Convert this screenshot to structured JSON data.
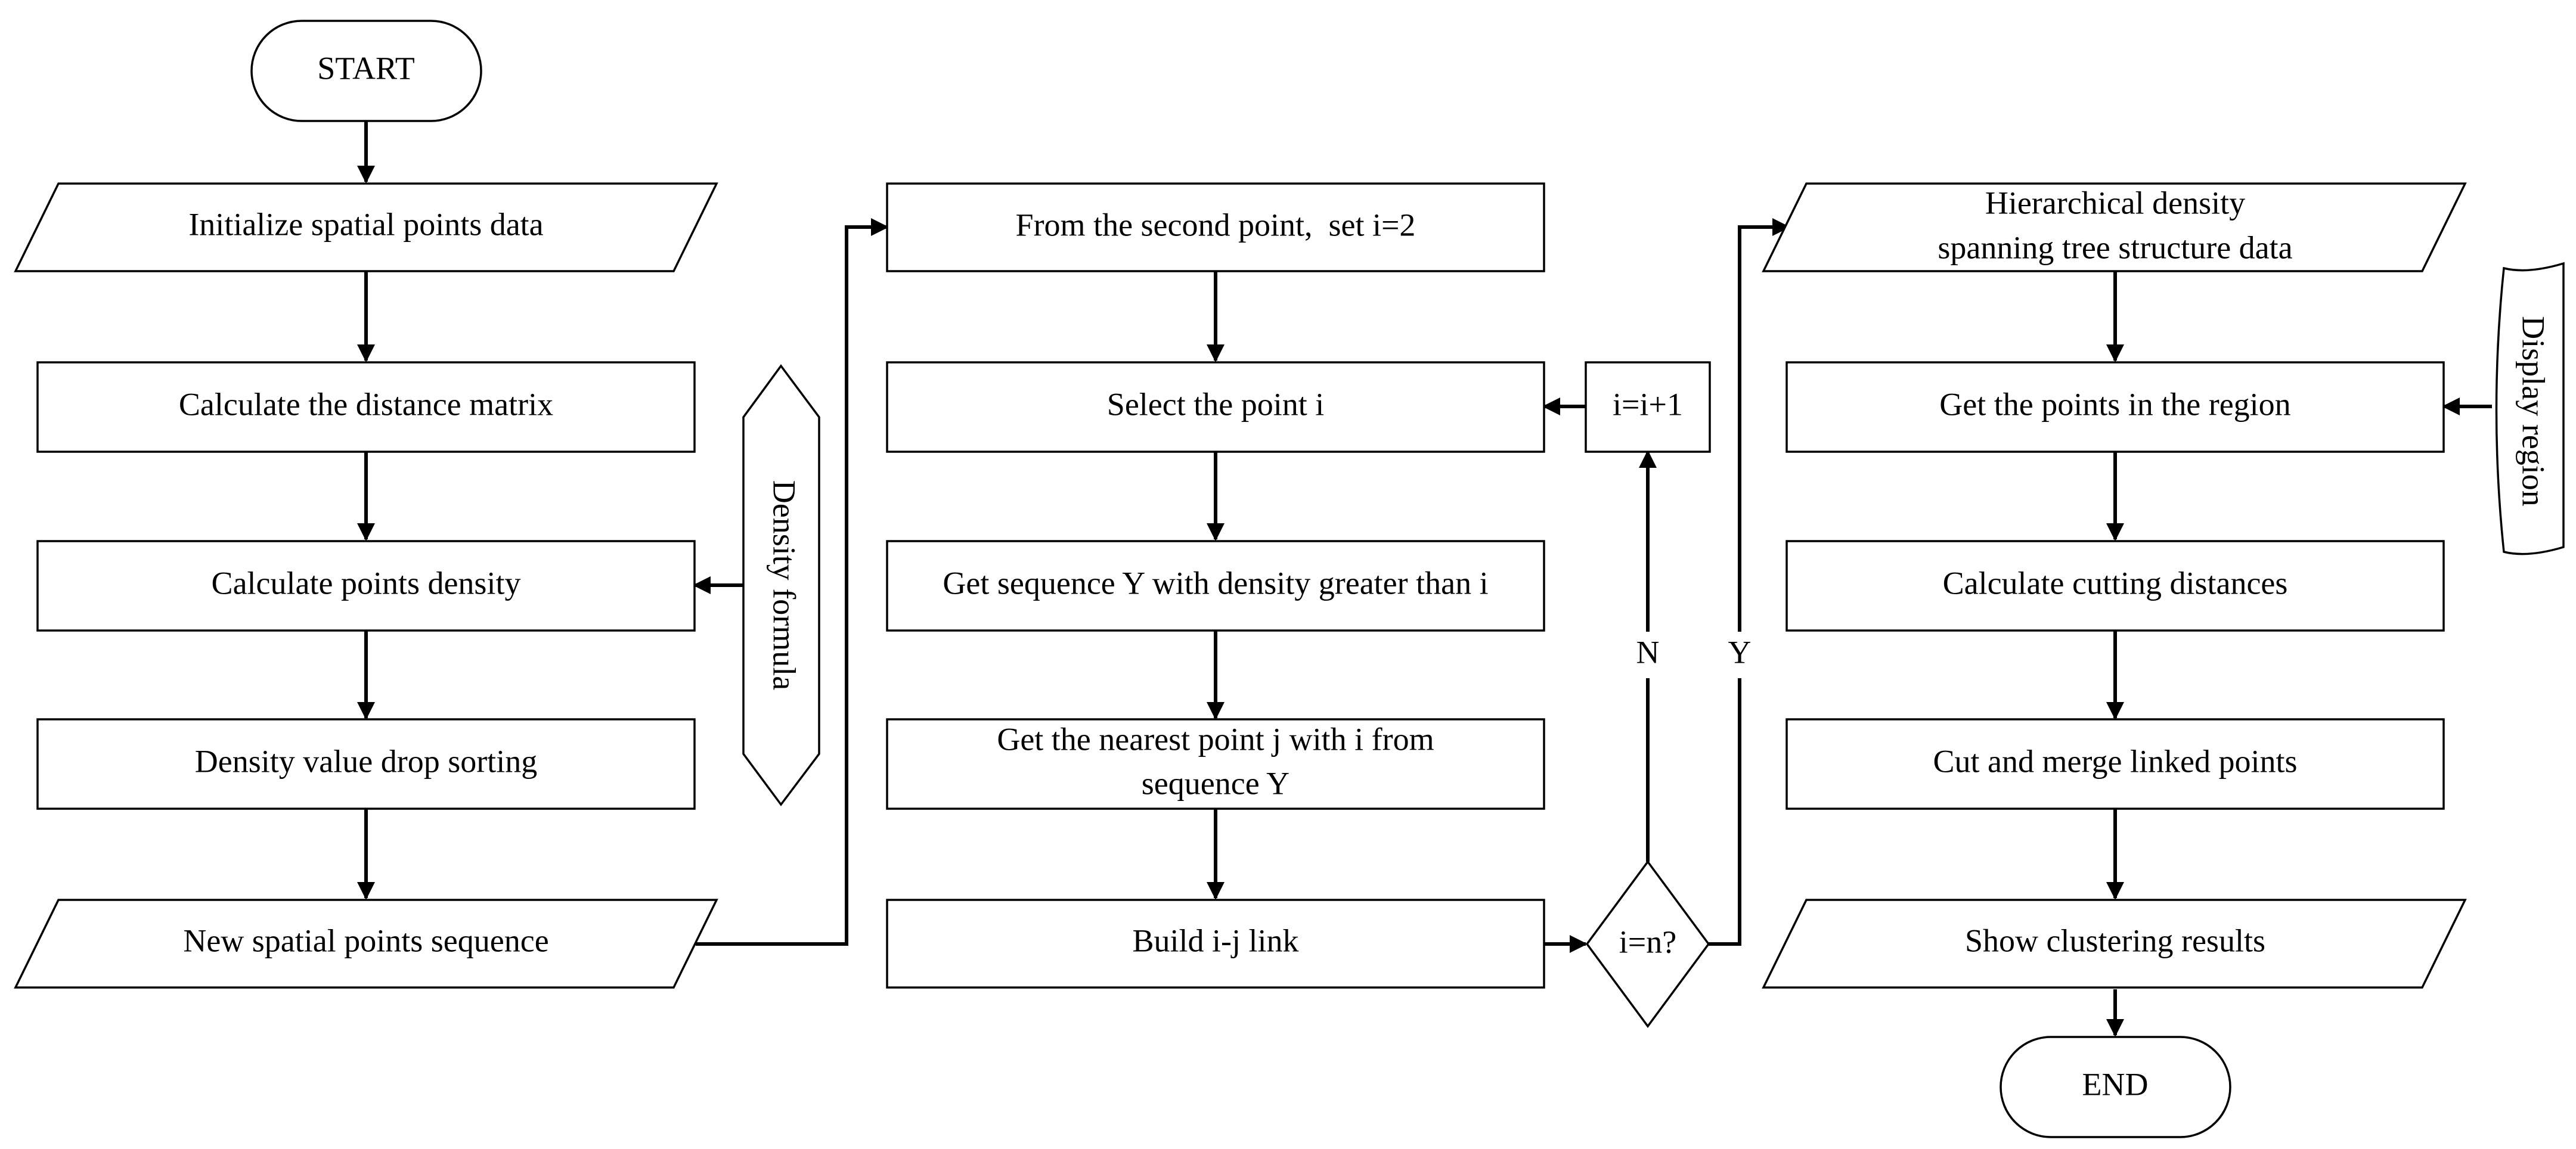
{
  "nodes": {
    "start": "START",
    "init": "Initialize spatial points data",
    "distance": "Calculate the distance matrix",
    "density": "Calculate points density",
    "sorting": "Density value drop sorting",
    "new_seq": "New spatial points sequence",
    "density_formula": "Density formula",
    "second_point": "From the second point,  set i=2",
    "select_i": "Select the point i",
    "seq_y": "Get sequence Y with density greater than i",
    "nearest_1": "Get the nearest point j with i from",
    "nearest_2": "sequence Y",
    "build_link": "Build i-j link",
    "increment": "i=i+1",
    "decision": "i=n?",
    "label_no": "N",
    "label_yes": "Y",
    "hier_1": "Hierarchical density",
    "hier_2": "spanning tree structure data",
    "display_region": "Display region",
    "get_points": "Get the points in the region",
    "cutting": "Calculate cutting distances",
    "cut_merge": "Cut and merge linked points",
    "show_results": "Show clustering results",
    "end": "END"
  }
}
